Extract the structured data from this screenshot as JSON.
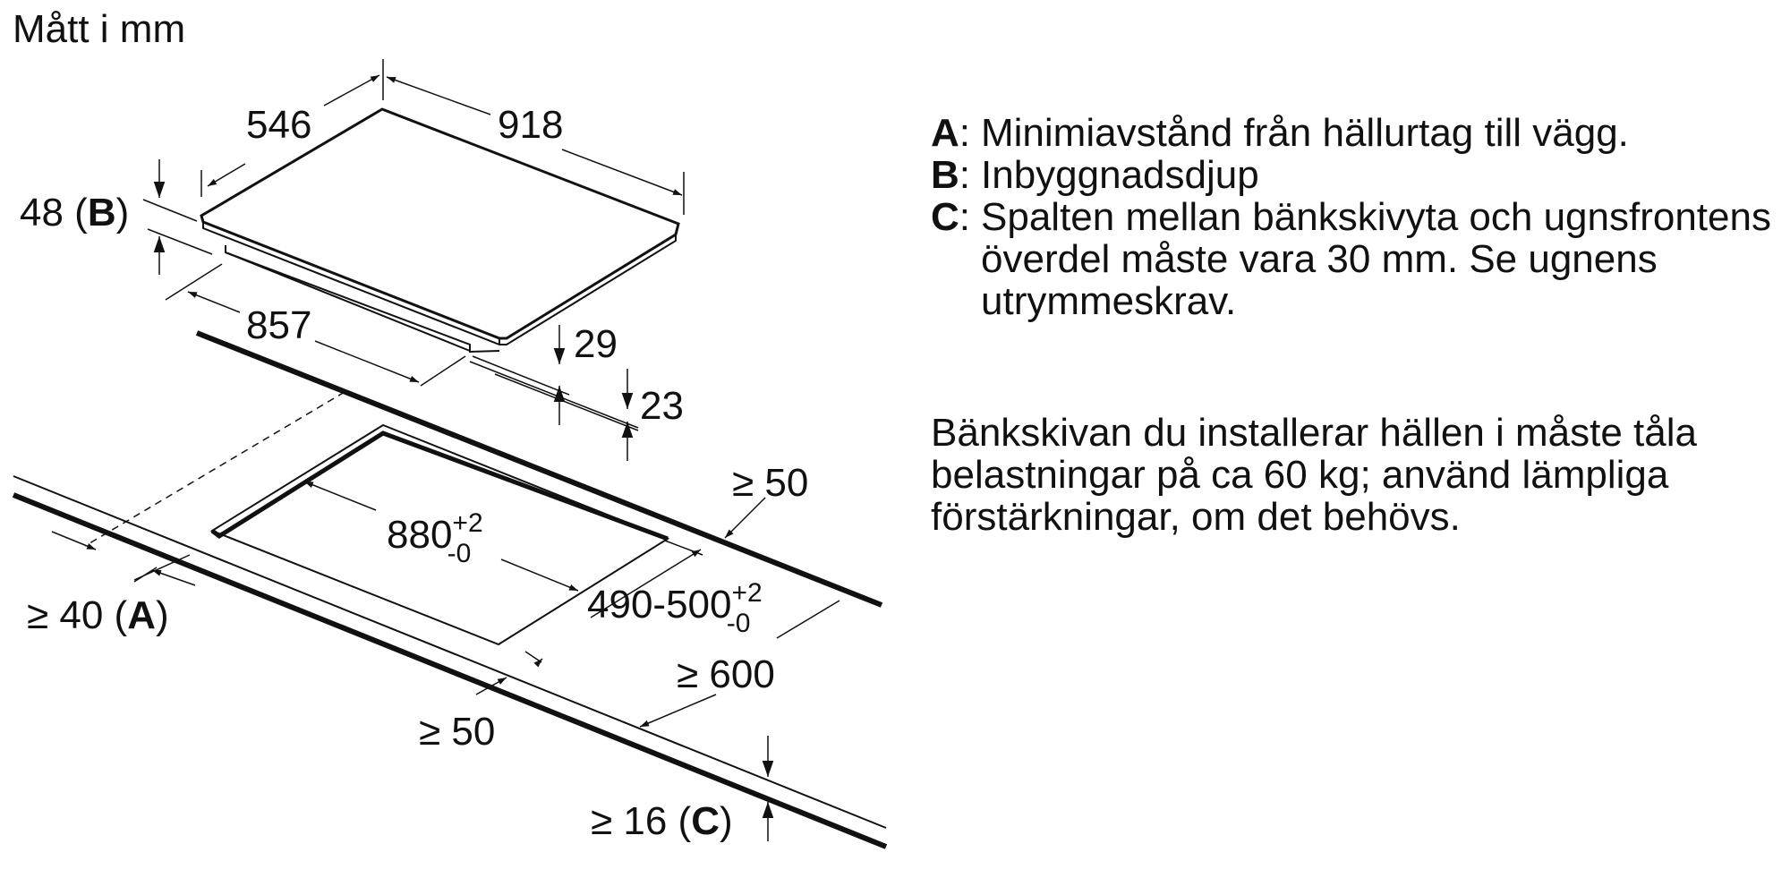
{
  "caption": "Mått i mm",
  "dimensions": {
    "hob_depth": "546",
    "hob_width": "918",
    "install_depth": "48 (",
    "install_depth_key": "B",
    "install_depth_close": ")",
    "base_width": "857",
    "frame_height": "29",
    "body_height": "23",
    "cutout_width_main": "880",
    "cutout_width_sup": "+2",
    "cutout_width_sub": "-0",
    "cutout_depth_main": "490-500",
    "cutout_depth_sup": "+2",
    "cutout_depth_sub": "-0",
    "back_clearance": "≥ 50",
    "wall_clearance": "≥ 40 (",
    "wall_clearance_key": "A",
    "wall_clearance_close": ")",
    "front_clearance": "≥ 50",
    "worktop_depth": "≥ 600",
    "worktop_thickness": "≥ 16 (",
    "worktop_thickness_key": "C",
    "worktop_thickness_close": ")"
  },
  "legend": [
    {
      "key": "A",
      "text": "Minimiavstånd från hällurtag till vägg."
    },
    {
      "key": "B",
      "text": "Inbyggnadsdjup"
    },
    {
      "key": "C",
      "text": "Spalten mellan bänkskivyta och ugnsfrontens överdel måste vara 30 mm. Se ugnens utrymmeskrav."
    }
  ],
  "note": "Bänkskivan du installerar hällen i måste tåla belastningar på ca 60 kg; använd lämpliga förstärkningar, om det behövs."
}
